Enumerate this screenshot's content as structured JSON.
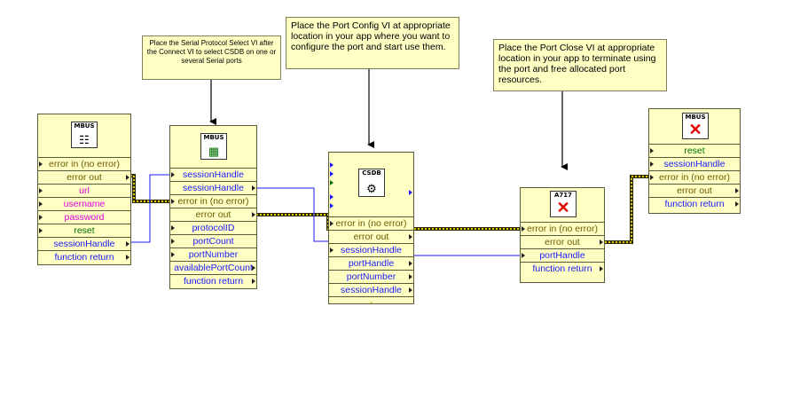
{
  "notes": {
    "serial_select": "Place the Serial Protocol Select VI after the Connect VI to select CSDB on one or several Serial ports",
    "port_config": "Place the Port Config VI at appropriate location in your app where you want to configure the port and start use them.",
    "port_close": "Place the Port Close VI at appropriate location in your app to terminate using the port and free allocated port resources."
  },
  "blocks": {
    "connect": {
      "icon_label": "MBUS",
      "terminals": [
        "error in (no error)",
        "error out",
        "url",
        "username",
        "password",
        "reset",
        "sessionHandle",
        "function return"
      ]
    },
    "serial_select": {
      "icon_label": "MBUS",
      "terminals": [
        "sessionHandle",
        "sessionHandle",
        "error in (no error)",
        "error out",
        "protocolID",
        "portCount",
        "portNumber",
        "availablePortCount",
        "function return"
      ]
    },
    "port_config": {
      "icon_label": "CSDB",
      "terminals": [
        "error in (no error)",
        "error out",
        "sessionHandle",
        "portHandle",
        "portNumber",
        "sessionHandle"
      ]
    },
    "port_close": {
      "icon_label": "A717",
      "terminals": [
        "error in (no error)",
        "error out",
        "portHandle",
        "function return"
      ]
    },
    "disconnect": {
      "icon_label": "MBUS",
      "terminals": [
        "reset",
        "sessionHandle",
        "error in (no error)",
        "error out",
        "function return"
      ]
    }
  },
  "colors": {
    "note_bg": "#ffffc4",
    "error_wire": "#b8a000",
    "reference_wire": "#1a1aff",
    "string_terminal": "#e000e0",
    "boolean_terminal": "#007000"
  }
}
